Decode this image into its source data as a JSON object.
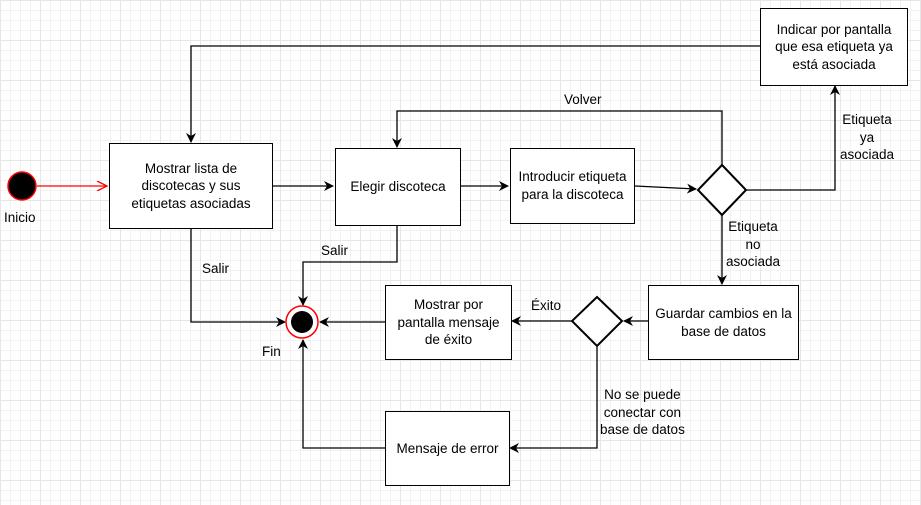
{
  "nodes": {
    "mostrar_lista": "Mostrar lista de discotecas y sus etiquetas asociadas",
    "elegir": "Elegir discoteca",
    "introducir": "Introducir etiqueta para la discoteca",
    "indicar": "Indicar por pantalla que esa etiqueta ya está asociada",
    "guardar": "Guardar cambios en la base de datos",
    "exito": "Mostrar por pantalla mensaje de éxito",
    "error": "Mensaje de error"
  },
  "labels": {
    "inicio": "Inicio",
    "fin": "Fin",
    "volver": "Volver",
    "salir_1": "Salir",
    "salir_2": "Salir",
    "etiqueta_ya": "Etiqueta\nya\nasociada",
    "etiqueta_no": "Etiqueta\nno\nasociada",
    "exito_edge": "Éxito",
    "no_conecta": "No se puede\nconectar con\nbase de datos"
  },
  "colors": {
    "start_edge": "#ff0000",
    "node_fill": "#000000",
    "end_ring": "#ff0000"
  }
}
